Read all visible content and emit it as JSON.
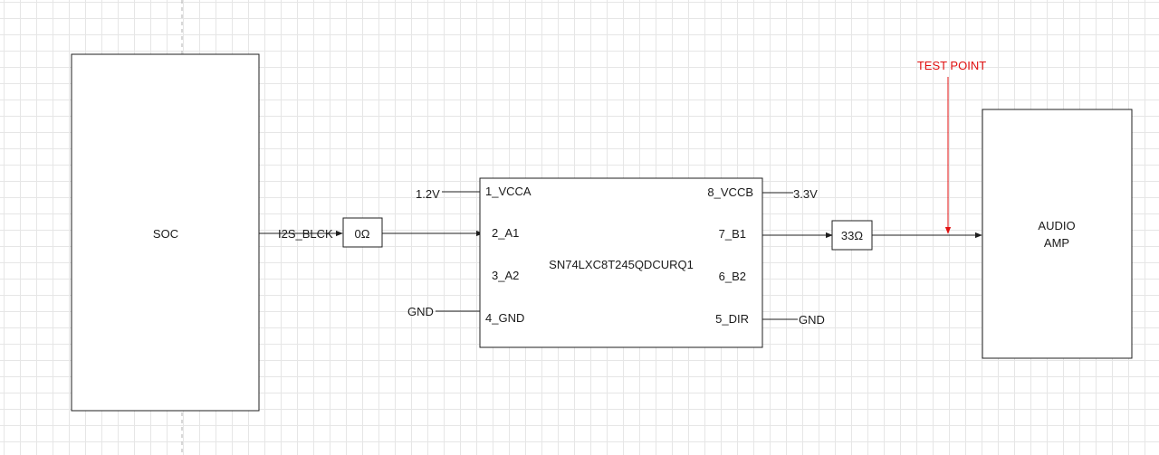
{
  "blocks": {
    "soc": "SOC",
    "chip": "SN74LXC8T245QDCURQ1",
    "amp_line1": "AUDIO",
    "amp_line2": "AMP"
  },
  "resistors": {
    "r1": "0Ω",
    "r2": "33Ω"
  },
  "pins": {
    "p1": "1_VCCA",
    "p2": "2_A1",
    "p3": "3_A2",
    "p4": "4_GND",
    "p5": "5_DIR",
    "p6": "6_B2",
    "p7": "7_B1",
    "p8": "8_VCCB"
  },
  "nets": {
    "i2s": "I2S_BLCK",
    "v12": "1.2V",
    "v33": "3.3V",
    "gnd_left": "GND",
    "gnd_right": "GND"
  },
  "test_point": "TEST POINT",
  "colors": {
    "line": "#1f1f1f",
    "test_point": "#e01010",
    "grid": "#e6e6e6"
  }
}
